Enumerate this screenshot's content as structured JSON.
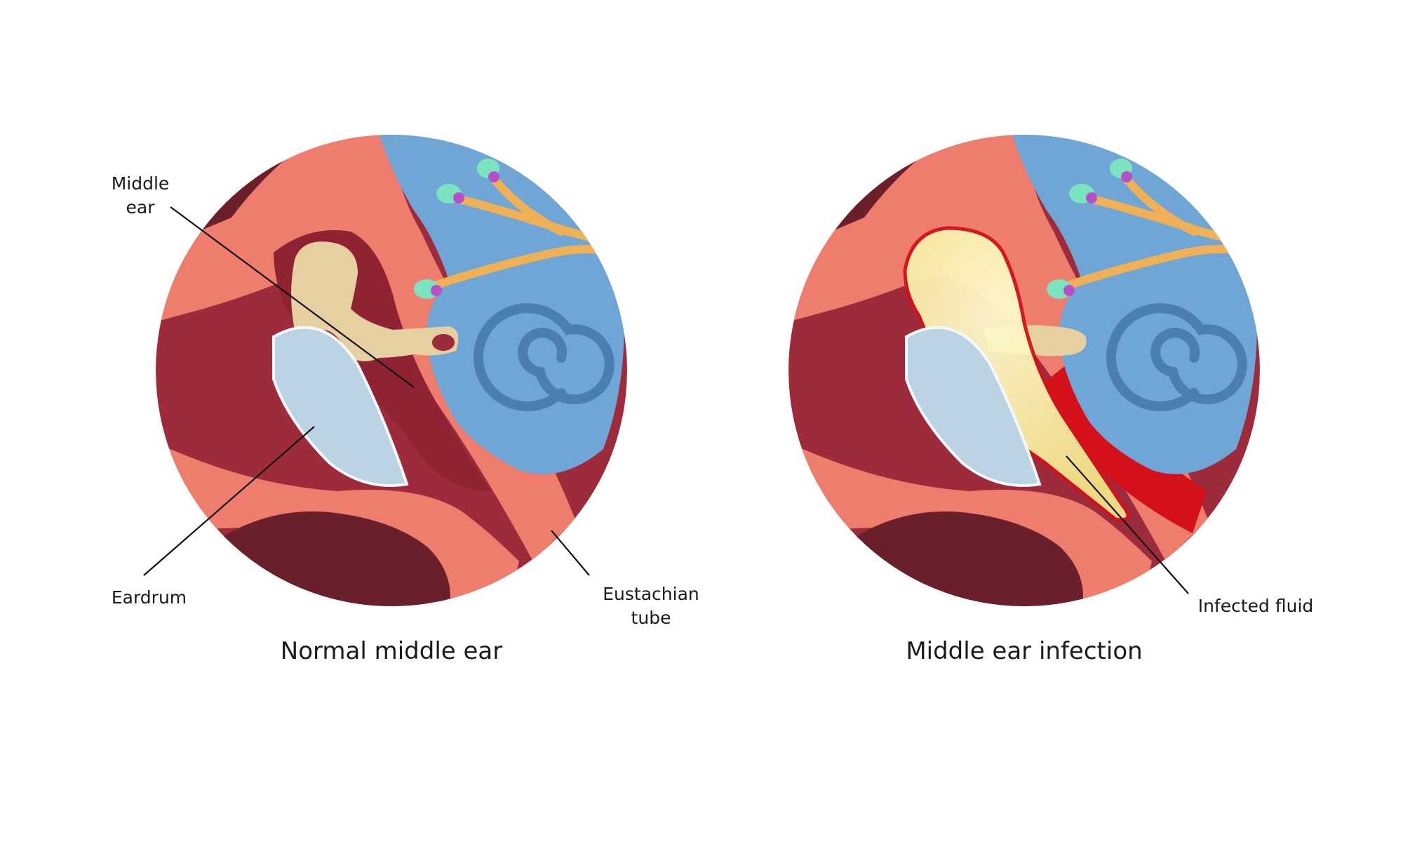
{
  "diagrams": [
    {
      "caption": "Normal middle ear",
      "labels": {
        "middle_ear": "Middle\near",
        "eardrum": "Eardrum",
        "eustachian_tube": "Eustachian\ntube"
      }
    },
    {
      "caption": "Middle ear infection",
      "labels": {
        "infected_fluid": "Infected fluid"
      }
    }
  ],
  "colors": {
    "background": "#ffffff",
    "dark_tissue": "#6b1f2b",
    "mid_tissue": "#9e2b3b",
    "light_tissue": "#ee7d6e",
    "inner_ear": "#6fa6d6",
    "bone": "#e6cfa0",
    "eardrum": "#bcd3e4",
    "nerve": "#f0b055",
    "fluid": "#f6eb9a",
    "inflamed": "#d4101b",
    "leader_line": "#111111"
  }
}
